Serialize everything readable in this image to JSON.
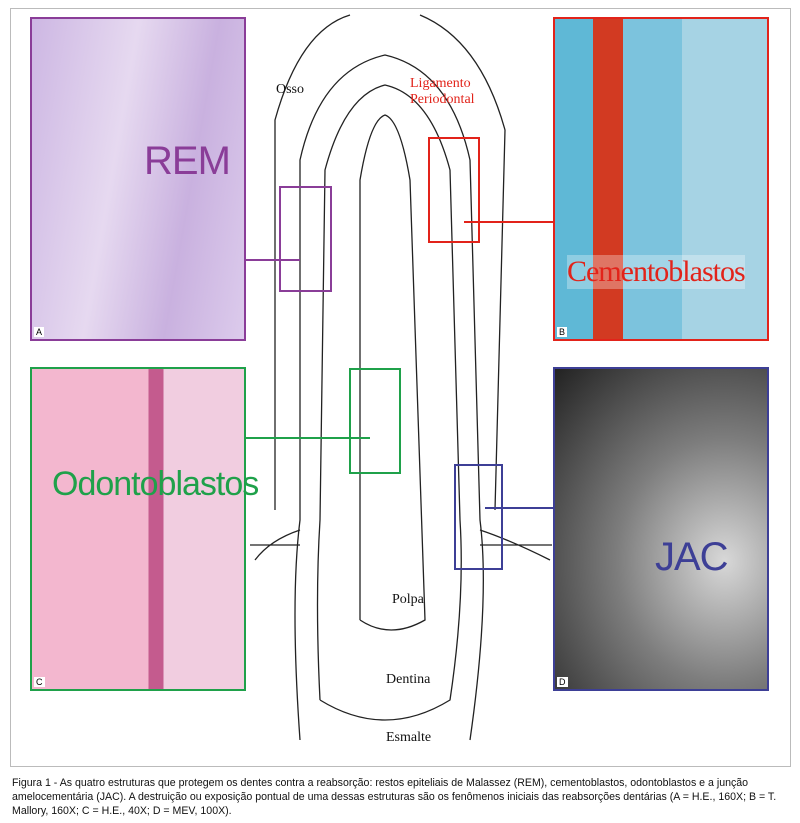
{
  "panels": {
    "A": {
      "letter": "A",
      "label": "REM",
      "color": "#8a3d98"
    },
    "B": {
      "letter": "B",
      "label": "Cementoblastos",
      "color": "#e2231a"
    },
    "C": {
      "letter": "C",
      "label": "Odontoblastos",
      "color": "#1fa14a"
    },
    "D": {
      "letter": "D",
      "label": "JAC",
      "color": "#3d3f96"
    }
  },
  "tooth_labels": {
    "osso": "Osso",
    "ligamento": "Ligamento Periodontal",
    "polpa": "Polpa",
    "dentina": "Dentina",
    "esmalte": "Esmalte"
  },
  "caption": "Figura 1 - As quatro estruturas que protegem os dentes contra a reabsorção: restos epiteliais de Malassez (REM), cementoblastos, odontoblastos e a junção amelocementária (JAC). A destruição ou exposição pontual de uma dessas estruturas são os fenômenos iniciais das reabsorções dentárias (A = H.E., 160X; B = T. Mallory, 160X; C = H.E., 40X; D = MEV, 100X)."
}
